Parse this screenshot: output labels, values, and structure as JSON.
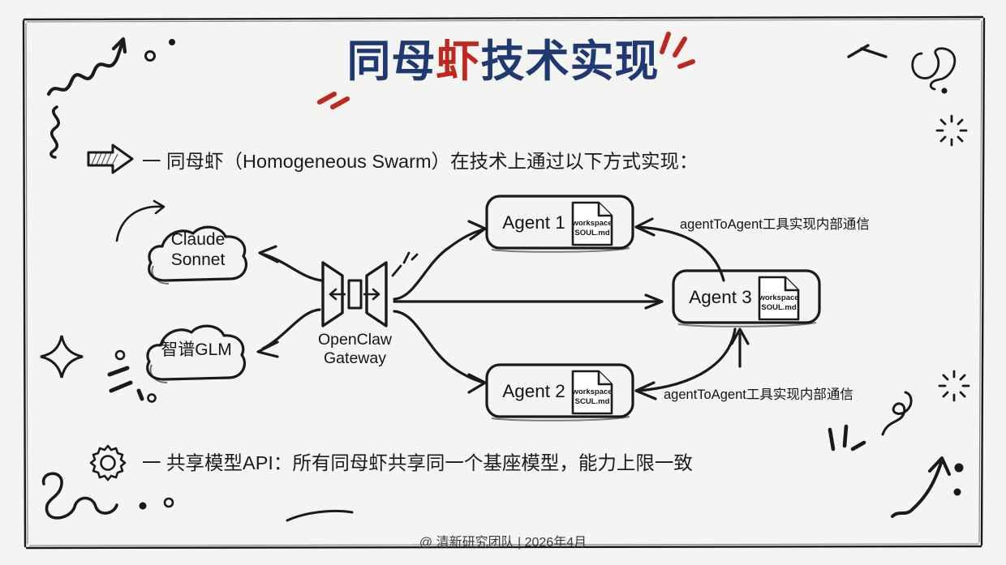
{
  "slide": {
    "background_color": "#f4f4f2",
    "ink_color": "#1a1a1a",
    "title": {
      "part1": "同母",
      "highlight": "虾",
      "part2": "技术实现",
      "color_primary": "#1f3a73",
      "color_highlight": "#c0281f"
    },
    "subtitle": "一 同母虾（Homogeneous Swarm）在技术上通过以下方式实现：",
    "bottom_bullet": "一 共享模型API：所有同母虾共享同一个基座模型，能力上限一致",
    "footer": "@ 清新研究团队 | 2026年4月"
  },
  "diagram": {
    "clouds": [
      {
        "id": "claude",
        "line1": "Claude",
        "line2": "Sonnet"
      },
      {
        "id": "glm",
        "line1": "智谱GLM",
        "line2": ""
      }
    ],
    "gateway": {
      "line1": "OpenClaw",
      "line2": "Gateway",
      "icon": "gateway-icon"
    },
    "agents": [
      {
        "id": "agent1",
        "label": "Agent 1",
        "doc_line1": "workspace",
        "doc_line2": "SOUL.md"
      },
      {
        "id": "agent2",
        "label": "Agent 2",
        "doc_line1": "workspace",
        "doc_line2": "SCUL.md"
      },
      {
        "id": "agent3",
        "label": "Agent 3",
        "doc_line1": "workspace",
        "doc_line2": "SOUL.md"
      }
    ],
    "edge_labels": [
      {
        "id": "edge-top",
        "text": "agentToAgent工具实现内部通信"
      },
      {
        "id": "edge-bottom",
        "text": "agentToAgent工具实现内部通信"
      }
    ]
  },
  "icons": {
    "bullet_arrow": "arrow-right-icon",
    "bullet_gear": "gear-icon"
  }
}
